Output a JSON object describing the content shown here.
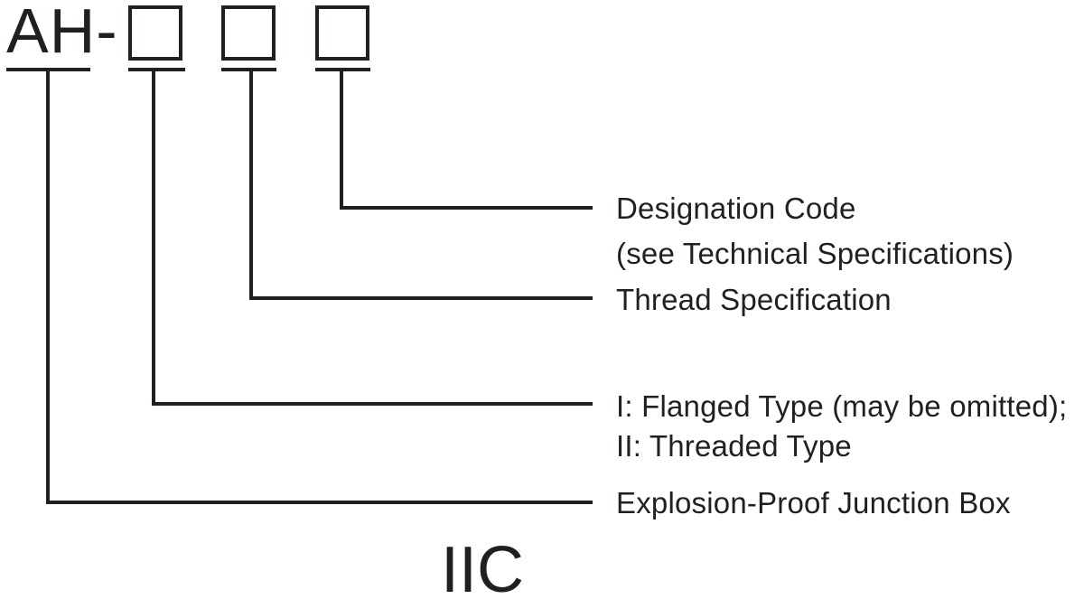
{
  "page": {
    "background_color": "#ffffff",
    "ink_color": "#231f20"
  },
  "diagram": {
    "model_prefix": "AH-",
    "placeholder_box_count": 3,
    "callouts": [
      {
        "target": "designation-code",
        "lines": [
          "Designation Code",
          "(see Technical Specifications)"
        ]
      },
      {
        "target": "thread-specification",
        "lines": [
          "Thread Specification"
        ]
      },
      {
        "target": "box-type",
        "lines": [
          "I: Flanged Type (may be omitted);",
          "II: Threaded Type"
        ]
      },
      {
        "target": "product",
        "lines": [
          "Explosion-Proof Junction Box"
        ]
      }
    ],
    "gas_group": "IIC"
  }
}
